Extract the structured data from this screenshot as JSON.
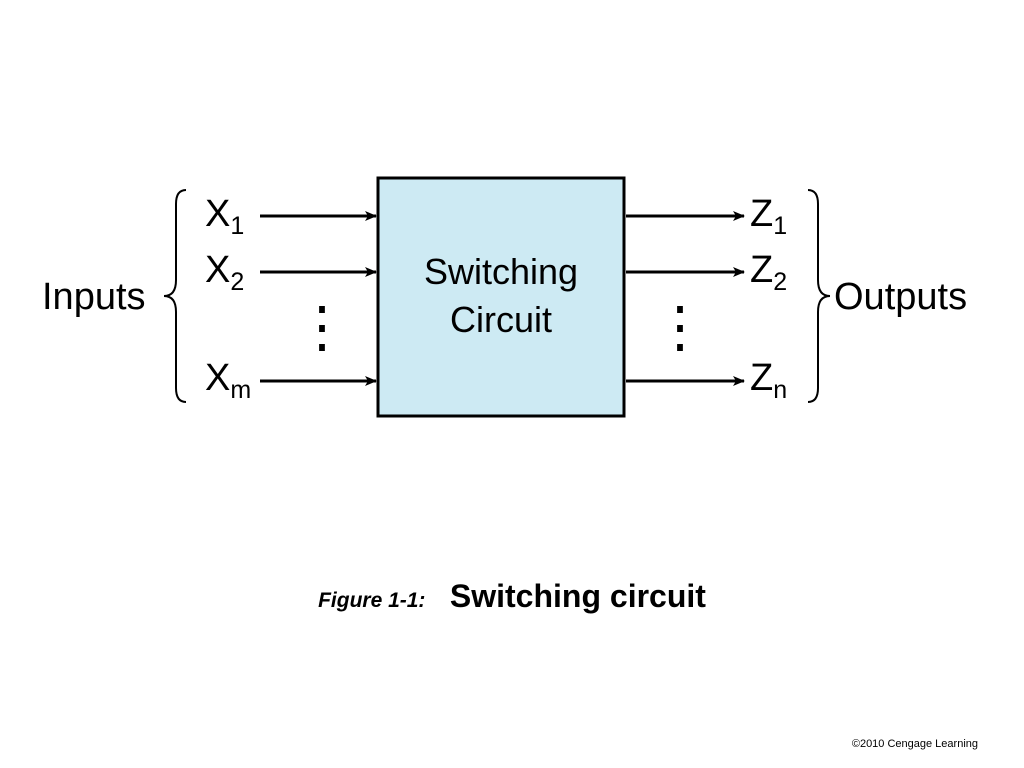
{
  "colors": {
    "box_fill": "#cdeaf3",
    "stroke": "#000000"
  },
  "diagram": {
    "box_label_lines": [
      "Switching",
      "Circuit"
    ],
    "inputs_label": "Inputs",
    "outputs_label": "Outputs",
    "inputs": [
      {
        "base": "X",
        "subscript": "1"
      },
      {
        "base": "X",
        "subscript": "2"
      },
      {
        "base": "X",
        "subscript": "m"
      }
    ],
    "outputs": [
      {
        "base": "Z",
        "subscript": "1"
      },
      {
        "base": "Z",
        "subscript": "2"
      },
      {
        "base": "Z",
        "subscript": "n"
      }
    ],
    "ellipsis": "⋮"
  },
  "caption": {
    "label": "Figure 1-1:",
    "title": "Switching circuit"
  },
  "footer": {
    "copyright": "©2010 Cengage Learning"
  }
}
